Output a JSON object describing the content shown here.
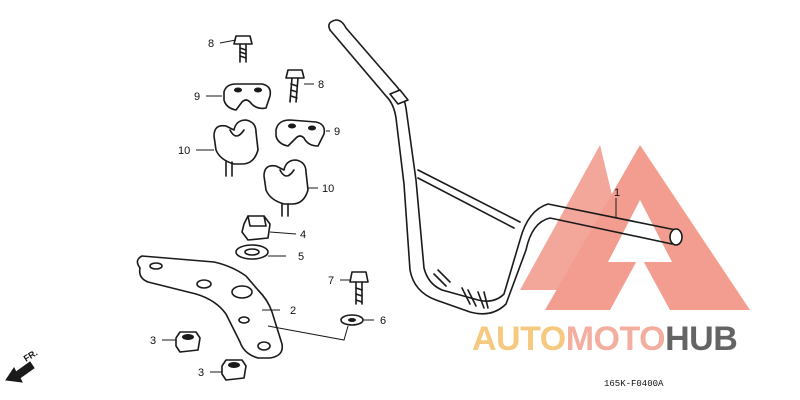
{
  "callouts": {
    "c1": "1",
    "c2": "2",
    "c3a": "3",
    "c3b": "3",
    "c4": "4",
    "c5": "5",
    "c6": "6",
    "c7": "7",
    "c8a": "8",
    "c8b": "8",
    "c9a": "9",
    "c9b": "9",
    "c10a": "10",
    "c10b": "10"
  },
  "direction_label": "FR.",
  "reference_code": "165K-F0400A",
  "watermark": {
    "word_accent": "AUTO",
    "word_mid": "MOTO",
    "word_dark": "HUB",
    "colors": {
      "triangle": "#f08c7c",
      "accent": "#f5c06a",
      "mid": "#f2a090",
      "dark": "#4a4a4a"
    }
  }
}
